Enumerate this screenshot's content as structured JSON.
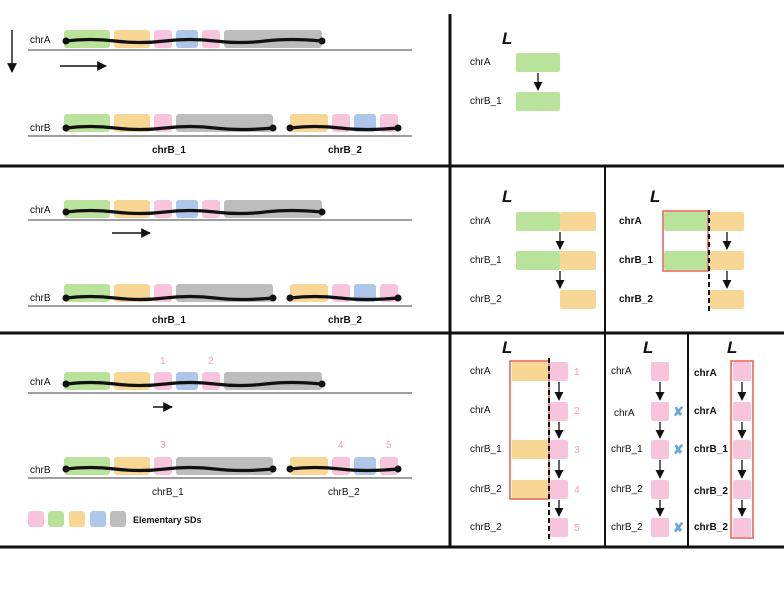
{
  "colors": {
    "green": "#b9e39a",
    "orange": "#f8d794",
    "pink": "#f7c4dc",
    "blue": "#aec6ea",
    "gray": "#bdbdbd",
    "divider": "#111111",
    "highlight": "#e76a5a",
    "number": "#f29cc6",
    "cross": "#6aa4d8"
  },
  "panel1": {
    "chrA": "chrA",
    "chrB": "chrB",
    "chrB_1": "chrB_1",
    "chrB_2": "chrB_2",
    "right": {
      "L": "L",
      "rows": [
        "chrA",
        "chrB_1"
      ]
    }
  },
  "panel2": {
    "chrA": "chrA",
    "chrB": "chrB",
    "chrB_1": "chrB_1",
    "chrB_2": "chrB_2",
    "right1": {
      "L": "L",
      "rows": [
        "chrA",
        "chrB_1",
        "chrB_2"
      ]
    },
    "right2": {
      "L": "L",
      "rows": [
        "chrA",
        "chrB_1",
        "chrB_2"
      ]
    }
  },
  "panel3": {
    "chrA": "chrA",
    "chrB": "chrB",
    "chrB_1": "chrB_1",
    "chrB_2": "chrB_2",
    "top_numbers": [
      "1",
      "2"
    ],
    "bottom_numbers": [
      "3",
      "4",
      "5"
    ],
    "legend": "Elementary SDs",
    "right1": {
      "L": "L",
      "rows": [
        "chrA",
        "chrA",
        "chrB_1",
        "chrB_2",
        "chrB_2"
      ],
      "numbers": [
        "1",
        "2",
        "3",
        "4",
        "5"
      ]
    },
    "right2": {
      "L": "L",
      "rows": [
        "chrA",
        "chrA",
        "chrB_1",
        "chrB_2",
        "chrB_2"
      ],
      "crosses": [
        "✘",
        "✘",
        "✘"
      ]
    },
    "right3": {
      "L": "L",
      "rows": [
        "chrA",
        "chrA",
        "chrB_1",
        "chrB_2",
        "chrB_2"
      ]
    }
  }
}
